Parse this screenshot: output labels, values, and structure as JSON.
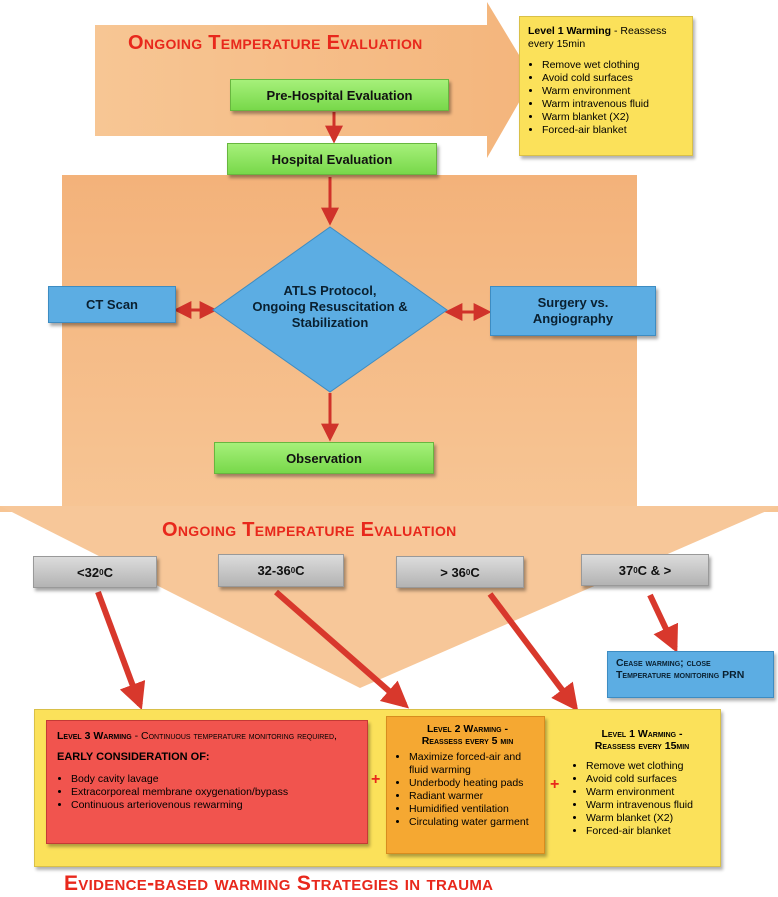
{
  "colors": {
    "arrow_orange": "#f6c08d",
    "box_green": "#8de25c",
    "box_blue": "#5cade3",
    "box_grey": "#c4c4c4",
    "panel_yellow": "#fbe15a",
    "level3_red": "#f1544e",
    "level2_orange": "#f5a832",
    "arrow_red": "#d8382c",
    "title_red": "#e8281c"
  },
  "top_arrow": {
    "title": "Ongoing Temperature Evaluation"
  },
  "top_level1": {
    "heading": "Level 1 Warming",
    "note": " - Reassess every 15min",
    "items": [
      "Remove wet clothing",
      "Avoid cold surfaces",
      "Warm environment",
      "Warm intravenous fluid",
      "Warm blanket (X2)",
      "Forced-air blanket"
    ]
  },
  "flow": {
    "pre_hospital": "Pre-Hospital Evaluation",
    "hospital": "Hospital Evaluation",
    "atls": [
      "ATLS Protocol,",
      "Ongoing Resuscitation &",
      "Stabilization"
    ],
    "ct_scan": "CT Scan",
    "surgery": [
      "Surgery vs.",
      "Angiography"
    ],
    "observation": "Observation"
  },
  "middle_title": "Ongoing Temperature Evaluation",
  "temps": {
    "t1": {
      "main": "<32",
      "sup": "0",
      "tail": "C"
    },
    "t2": {
      "main": "32-36",
      "sup": "0",
      "tail": "C"
    },
    "t3": {
      "main": "> 36",
      "sup": "0",
      "tail": "C"
    },
    "t4": {
      "main": "37",
      "sup": "0",
      "tail": "C & >"
    }
  },
  "cease": "Cease warming; close Temperature monitoring PRN",
  "level3": {
    "heading": "Level 3 Warming",
    "note": " - Continuous temperature monitoring required,",
    "early": "EARLY CONSIDERATION OF:",
    "items": [
      "Body cavity lavage",
      "Extracorporeal membrane oxygenation/bypass",
      "Continuous arteriovenous rewarming"
    ]
  },
  "level2": {
    "heading": "Level 2 Warming -",
    "note": "Reassess every 5 min",
    "items": [
      "Maximize forced-air and fluid warming",
      "Underbody heating pads",
      "Radiant warmer",
      "Humidified ventilation",
      "Circulating water garment"
    ]
  },
  "level1_bottom": {
    "heading": "Level 1 Warming -",
    "note": "Reassess every 15min",
    "items": [
      "Remove wet clothing",
      "Avoid cold surfaces",
      "Warm environment",
      "Warm intravenous fluid",
      "Warm blanket (X2)",
      "Forced-air blanket"
    ]
  },
  "plus_sign": "+",
  "bottom_title": "Evidence-based warming Strategies in trauma"
}
